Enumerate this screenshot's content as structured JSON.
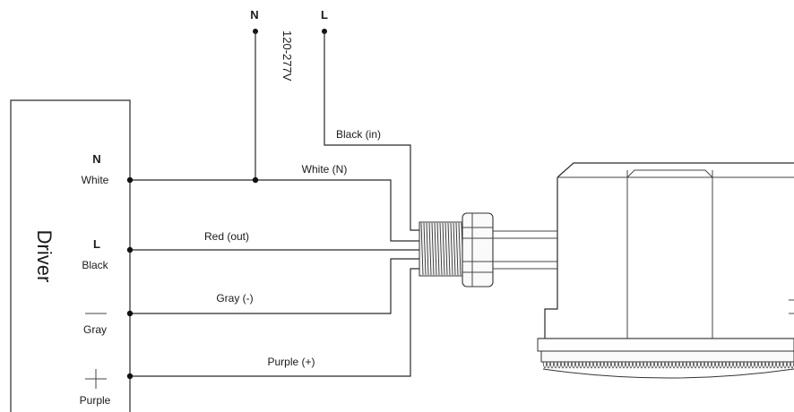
{
  "supply": {
    "neutral_label": "N",
    "line_label": "L",
    "voltage_label": "120-277V"
  },
  "driver": {
    "title": "Driver",
    "terminals": [
      {
        "symbol": "N",
        "name": "White"
      },
      {
        "symbol": "L",
        "name": "Black"
      },
      {
        "symbol": "",
        "name": "Gray"
      },
      {
        "symbol": "",
        "name": "Purple"
      }
    ]
  },
  "wires": {
    "black_in": "Black (in)",
    "white_n": "White (N)",
    "red_out": "Red (out)",
    "gray_minus": "Gray (-)",
    "purple_plus": "Purple (+)"
  }
}
